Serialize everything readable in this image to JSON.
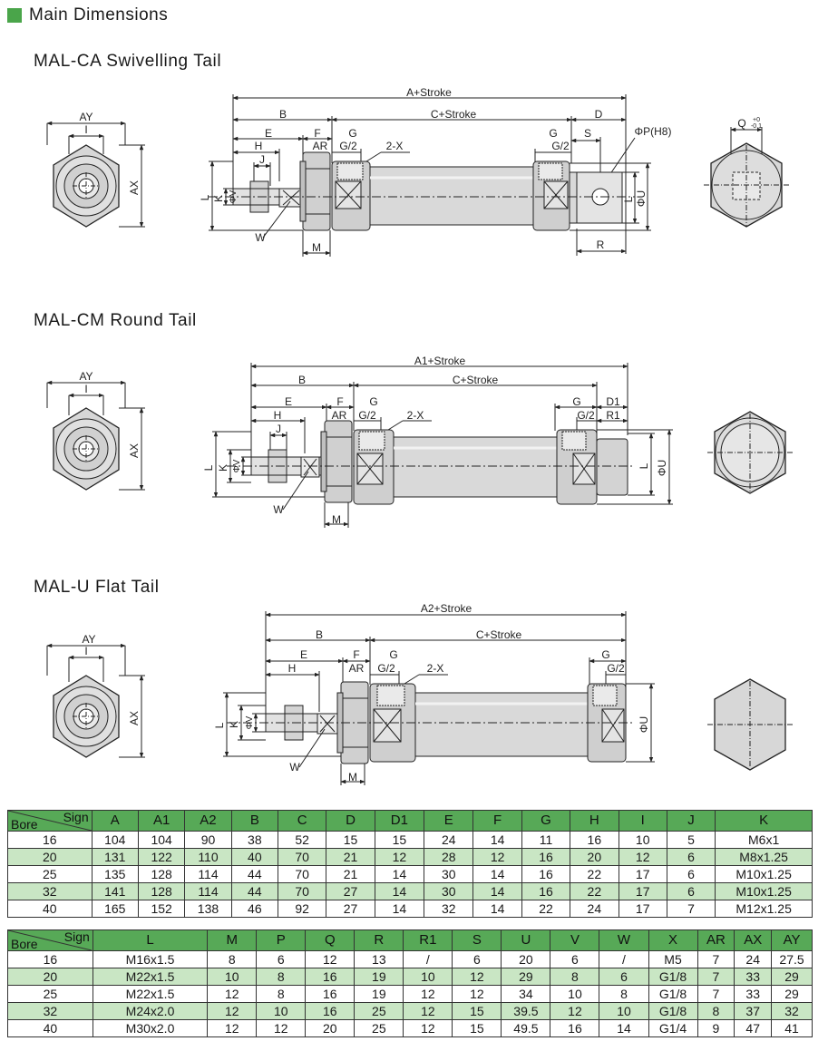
{
  "header": {
    "title": "Main Dimensions",
    "accent": "#4aa54a"
  },
  "sections": [
    {
      "title": "MAL-CA  Swivelling Tail",
      "labels": {
        "total": "A+Stroke",
        "b": "B",
        "c": "C+Stroke",
        "d": "D",
        "e": "E",
        "f": "F",
        "g": "G",
        "g2": "G/2",
        "ar": "AR",
        "twox": "2-X",
        "h": "H",
        "j": "J",
        "k": "K",
        "v": "ΦV",
        "l": "L",
        "w": "W",
        "m": "M",
        "s": "S",
        "r": "R",
        "p": "ΦP(H8)",
        "u": "ΦU",
        "ay": "AY",
        "i": "I",
        "ax": "AX",
        "q": "Q",
        "q_tol_hi": "+0",
        "q_tol_lo": "-0.1"
      }
    },
    {
      "title": "MAL-CM   Round Tail",
      "labels": {
        "total": "A1+Stroke",
        "b": "B",
        "c": "C+Stroke",
        "e": "E",
        "f": "F",
        "g": "G",
        "g2": "G/2",
        "ar": "AR",
        "twox": "2-X",
        "h": "H",
        "j": "J",
        "k": "K",
        "v": "ΦV",
        "l": "L",
        "w": "W",
        "m": "M",
        "d1": "D1",
        "r1": "R1",
        "u": "ΦU",
        "ay": "AY",
        "i": "I",
        "ax": "AX"
      }
    },
    {
      "title": "MAL-U Flat Tail",
      "labels": {
        "total": "A2+Stroke",
        "b": "B",
        "c": "C+Stroke",
        "e": "E",
        "f": "F",
        "g": "G",
        "g2": "G/2",
        "ar": "AR",
        "twox": "2-X",
        "h": "H",
        "k": "K",
        "v": "ΦV",
        "l": "L",
        "w": "W",
        "m": "M",
        "u": "ΦU",
        "ay": "AY",
        "i": "I",
        "ax": "AX"
      }
    }
  ],
  "table1": {
    "corner": {
      "bore": "Bore",
      "sign": "Sign"
    },
    "headers": [
      "A",
      "A1",
      "A2",
      "B",
      "C",
      "D",
      "D1",
      "E",
      "F",
      "G",
      "H",
      "I",
      "J",
      "K"
    ],
    "rows": [
      [
        "16",
        "104",
        "104",
        "90",
        "38",
        "52",
        "15",
        "15",
        "24",
        "14",
        "11",
        "16",
        "10",
        "5",
        "M6x1"
      ],
      [
        "20",
        "131",
        "122",
        "110",
        "40",
        "70",
        "21",
        "12",
        "28",
        "12",
        "16",
        "20",
        "12",
        "6",
        "M8x1.25"
      ],
      [
        "25",
        "135",
        "128",
        "114",
        "44",
        "70",
        "21",
        "14",
        "30",
        "14",
        "16",
        "22",
        "17",
        "6",
        "M10x1.25"
      ],
      [
        "32",
        "141",
        "128",
        "114",
        "44",
        "70",
        "27",
        "14",
        "30",
        "14",
        "16",
        "22",
        "17",
        "6",
        "M10x1.25"
      ],
      [
        "40",
        "165",
        "152",
        "138",
        "46",
        "92",
        "27",
        "14",
        "32",
        "14",
        "22",
        "24",
        "17",
        "7",
        "M12x1.25"
      ]
    ]
  },
  "table2": {
    "corner": {
      "bore": "Bore",
      "sign": "Sign"
    },
    "headers": [
      "L",
      "M",
      "P",
      "Q",
      "R",
      "R1",
      "S",
      "U",
      "V",
      "W",
      "X",
      "AR",
      "AX",
      "AY"
    ],
    "rows": [
      [
        "16",
        "M16x1.5",
        "8",
        "6",
        "12",
        "13",
        "/",
        "6",
        "20",
        "6",
        "/",
        "M5",
        "7",
        "24",
        "27.5"
      ],
      [
        "20",
        "M22x1.5",
        "10",
        "8",
        "16",
        "19",
        "10",
        "12",
        "29",
        "8",
        "6",
        "G1/8",
        "7",
        "33",
        "29"
      ],
      [
        "25",
        "M22x1.5",
        "12",
        "8",
        "16",
        "19",
        "12",
        "12",
        "34",
        "10",
        "8",
        "G1/8",
        "7",
        "33",
        "29"
      ],
      [
        "32",
        "M24x2.0",
        "12",
        "10",
        "16",
        "25",
        "12",
        "15",
        "39.5",
        "12",
        "10",
        "G1/8",
        "8",
        "37",
        "32"
      ],
      [
        "40",
        "M30x2.0",
        "12",
        "12",
        "20",
        "25",
        "12",
        "15",
        "49.5",
        "16",
        "14",
        "G1/4",
        "9",
        "47",
        "41"
      ]
    ]
  },
  "colors": {
    "header_green": "#57a957",
    "row_green": "#c9e6c4",
    "body_gray": "#d7d7d7",
    "line": "#222222"
  }
}
